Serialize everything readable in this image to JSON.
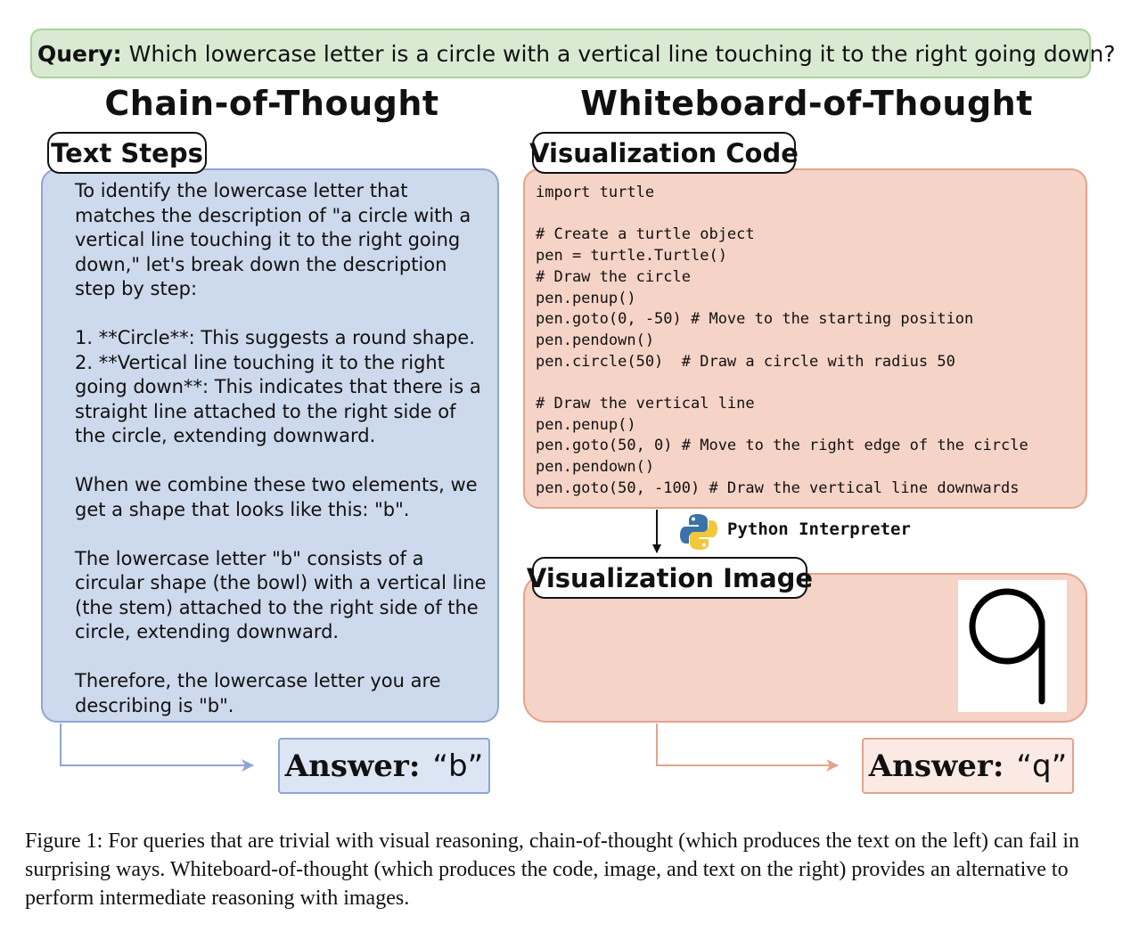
{
  "query": {
    "label": "Query:",
    "text": "Which lowercase letter is a circle with a vertical line touching it to the right going down?"
  },
  "chain_of_thought": {
    "title": "Chain-of-Thought",
    "tab_label": "Text Steps",
    "text": "To identify the lowercase letter that matches the description of \"a circle with a vertical line touching it to the right going down,\" let's break down the description step by step:\n\n1. **Circle**: This suggests a round shape.\n2. **Vertical line touching it to the right going down**: This indicates that there is a straight line attached to the right side of the circle, extending downward.\n\nWhen we combine these two elements, we get a shape that looks like this: \"b\".\n\nThe lowercase letter \"b\" consists of a circular shape (the bowl) with a vertical line (the stem) attached to the right side of the circle, extending downward.\n\nTherefore, the lowercase letter you are describing is \"b\".",
    "answer_label": "Answer:",
    "answer_value": "“b”"
  },
  "whiteboard_of_thought": {
    "title": "Whiteboard-of-Thought",
    "code_tab_label": "Visualization Code",
    "code": "import turtle\n\n# Create a turtle object\npen = turtle.Turtle()\n# Draw the circle\npen.penup()\npen.goto(0, -50) # Move to the starting position\npen.pendown()\npen.circle(50)  # Draw a circle with radius 50\n\n# Draw the vertical line\npen.penup()\npen.goto(50, 0) # Move to the right edge of the circle\npen.pendown()\npen.goto(50, -100) # Draw the vertical line downwards",
    "interpreter_label": "Python Interpreter",
    "image_tab_label": "Visualization Image",
    "answer_label": "Answer:",
    "answer_value": "“q”"
  },
  "caption": "Figure 1: For queries that are trivial with visual reasoning, chain-of-thought (which produces the text on the left) can fail in surprising ways. Whiteboard-of-thought (which produces the code, image, and text on the right) provides an alternative to perform intermediate reasoning with images.",
  "icons": {
    "interpreter": "python-logo-icon"
  },
  "colors": {
    "query_bg": "#d9ead3",
    "cot_bg": "#cdd9ec",
    "cot_border": "#8ea6d6",
    "wot_bg": "#f5d3c6",
    "wot_border": "#e3a38c"
  }
}
